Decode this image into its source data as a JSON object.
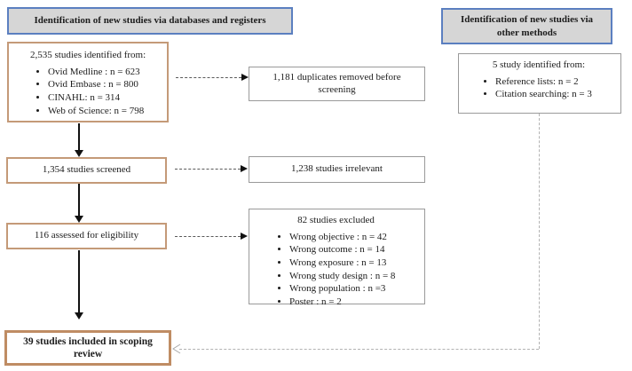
{
  "diagram": {
    "headers": {
      "databases": "Identification of new studies via databases and registers",
      "other_methods": "Identification of new studies via other methods"
    },
    "boxes": {
      "identified": {
        "title": "2,535 studies identified from:",
        "items": [
          "Ovid Medline : n = 623",
          "Ovid Embase : n = 800",
          "CINAHL: n = 314",
          "Web of Science: n = 798"
        ]
      },
      "duplicates_removed": {
        "text": "1,181 duplicates removed before screening"
      },
      "other_identified": {
        "title": "5 study identified from:",
        "items": [
          "Reference lists: n = 2",
          "Citation searching: n = 3"
        ]
      },
      "screened": {
        "text": "1,354 studies screened"
      },
      "irrelevant": {
        "text": "1,238 studies irrelevant"
      },
      "assessed": {
        "text": "116 assessed for eligibility"
      },
      "excluded": {
        "title": "82 studies excluded",
        "items": [
          "Wrong objective : n = 42",
          "Wrong outcome : n = 14",
          "Wrong exposure : n = 13",
          "Wrong study design : n = 8",
          "Wrong population : n =3",
          "Poster : n = 2"
        ]
      },
      "included": {
        "text": "39 studies included in scoping review"
      }
    },
    "colors": {
      "header_fill": "#d6d6d6",
      "header_border": "#5b7fc0",
      "left_box_border": "#c49a78",
      "included_box_border": "#bf8c63",
      "mid_box_border": "#9a9a9a",
      "solid_arrow": "#111111",
      "dashed_connector": "#b3b3b3"
    }
  }
}
